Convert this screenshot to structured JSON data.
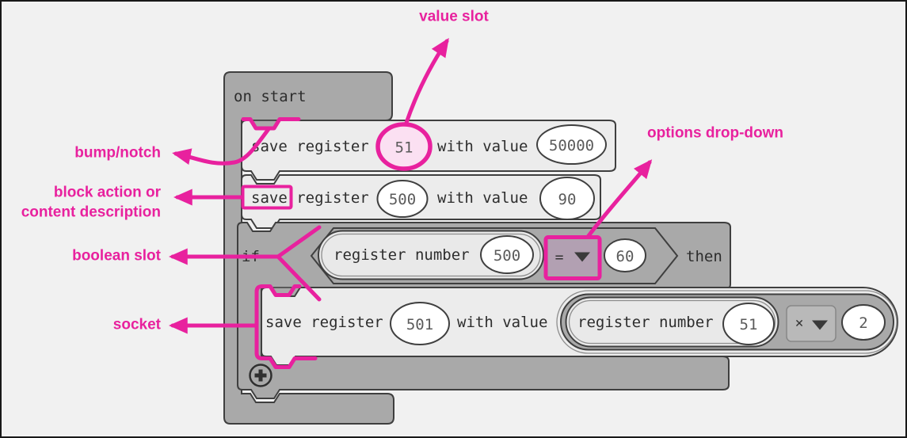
{
  "colors": {
    "accent_magenta": "#e8219e",
    "container_gray": "#a9a9a9",
    "block_light_gray": "#ececec",
    "page_bg": "#f1f1f1",
    "highlight_fill_pink": "#fbe0f2",
    "dropdown_mauve": "#b2a0b2"
  },
  "annotations": {
    "value_slot": "value slot",
    "bump_notch": "bump/notch",
    "block_action_line1": "block action or",
    "block_action_line2": "content description",
    "boolean_slot": "boolean slot",
    "socket": "socket",
    "options_dropdown": "options drop-down"
  },
  "blocks": {
    "on_start": {
      "label": "on start"
    },
    "save_row1": {
      "action": "save register",
      "register_value": "51",
      "connector": "with value",
      "value": "50000"
    },
    "save_row2": {
      "action": "save register",
      "register_value": "500",
      "connector": "with value",
      "value": "90"
    },
    "if_row": {
      "keyword_if": "if",
      "keyword_then": "then",
      "condition": {
        "reporter_label": "register number",
        "register_value": "500",
        "operator": "=",
        "right_value": "60"
      }
    },
    "save_row3": {
      "action": "save register",
      "register_value": "501",
      "connector": "with value",
      "expression": {
        "reporter_label": "register number",
        "register_value": "51",
        "operator": "×",
        "right_value": "2"
      }
    }
  }
}
